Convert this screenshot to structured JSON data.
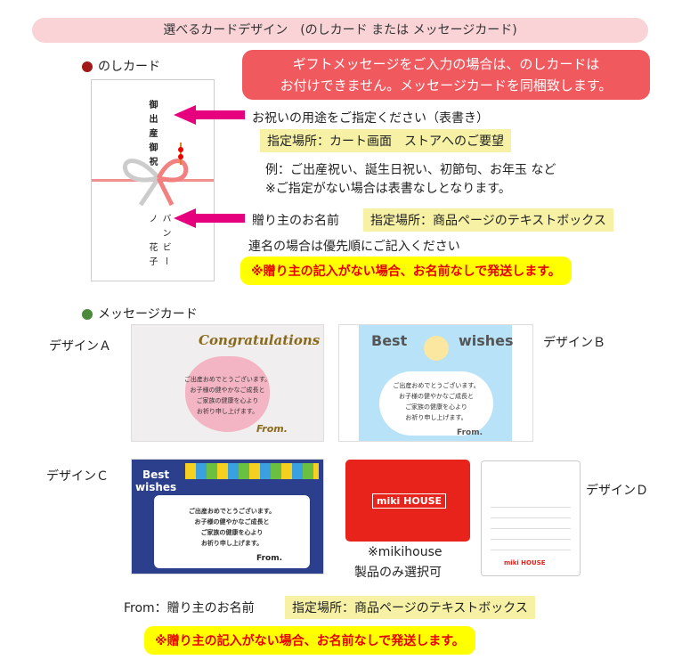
{
  "banner": "選べるカードデザイン　(のしカード または メッセージカード)",
  "noshi": {
    "heading": "のしカード",
    "omote": "御出産御祝",
    "name": "バンビーノ　花子",
    "notice_line1": "ギフトメッセージをご入力の場合は、のしカードは",
    "notice_line2": "お付けできません。メッセージカードを同梱致します。",
    "purpose_label": "お祝いの用途をご指定ください（表書き）",
    "purpose_location": "指定場所：カート画面　ストアへのご要望",
    "example": "例：ご出産祝い、誕生日祝い、初節句、お年玉 など",
    "no_spec": "※ご指定がない場合は表書なしとなります。",
    "sender_label": "贈り主のお名前",
    "sender_location": "指定場所：商品ページのテキストボックス",
    "joint": "連名の場合は優先順にご記入ください",
    "warning": "※贈り主の記入がない場合、お名前なしで発送します。"
  },
  "message": {
    "heading": "メッセージカード",
    "design_a": "デザインＡ",
    "design_b": "デザインＢ",
    "design_c": "デザインＣ",
    "design_d": "デザインＤ",
    "card_a_title": "Congratulations",
    "card_b_best": "Best",
    "card_b_wishes": "wishes",
    "card_c_title1": "Best",
    "card_c_title2": "wishes",
    "msg_lines": [
      "ご出産おめでとうございます。",
      "お子様の健やかなご成長と",
      "ご家族の健康を心より",
      "お祈り申し上げます。"
    ],
    "from": "From.",
    "brand": "miki HOUSE",
    "d_note1": "※mikihouse",
    "d_note2": "製品のみ選択可",
    "from_label": "From：贈り主のお名前",
    "from_location": "指定場所：商品ページのテキストボックス",
    "warning": "※贈り主の記入がない場合、お名前なしで発送します。"
  }
}
